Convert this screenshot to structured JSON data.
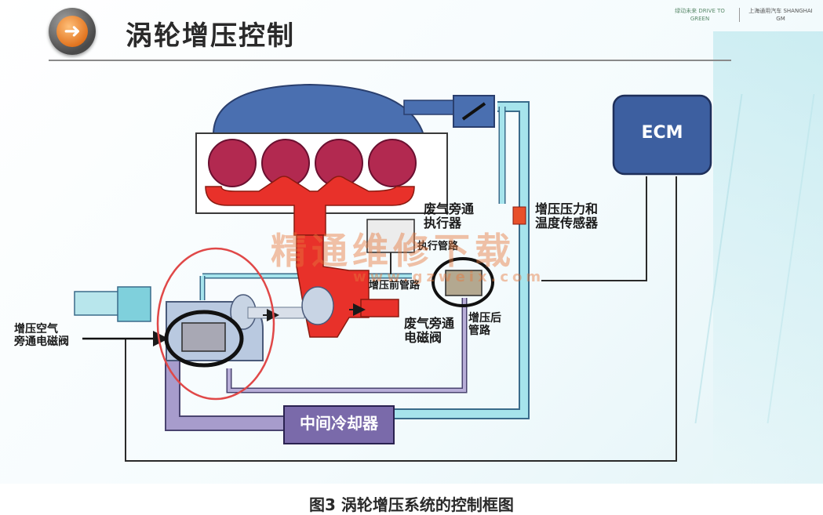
{
  "page": {
    "title": "涡轮增压控制"
  },
  "brand": {
    "left": "绿动未来 DRIVE TO GREEN",
    "right": "上海通用汽车 SHANGHAI GM"
  },
  "diagram": {
    "ecm": "ECM",
    "intercooler": "中间冷却器",
    "wastegate_actuator": "废气旁通\n执行器",
    "actuator_line": "执行管路",
    "boost_sensor": "增压压力和\n温度传感器",
    "pre_boost_line": "增压前管路",
    "wastegate_solenoid": "废气旁通\n电磁阀",
    "post_boost_line": "增压后\n管路",
    "bypass_solenoid": "增压空气\n旁通电磁阀"
  },
  "watermark": {
    "text": "精通维修下载",
    "url": "www.gzweix.com"
  },
  "caption": "图3 涡轮增压系统的控制框图",
  "colors": {
    "ecm": "#3d5fa0",
    "engine_red": "#e8312a",
    "pipe_cyan": "#9fe0e8",
    "pipe_purple": "#a79ccc",
    "intake_blue": "#4a6fb0"
  }
}
